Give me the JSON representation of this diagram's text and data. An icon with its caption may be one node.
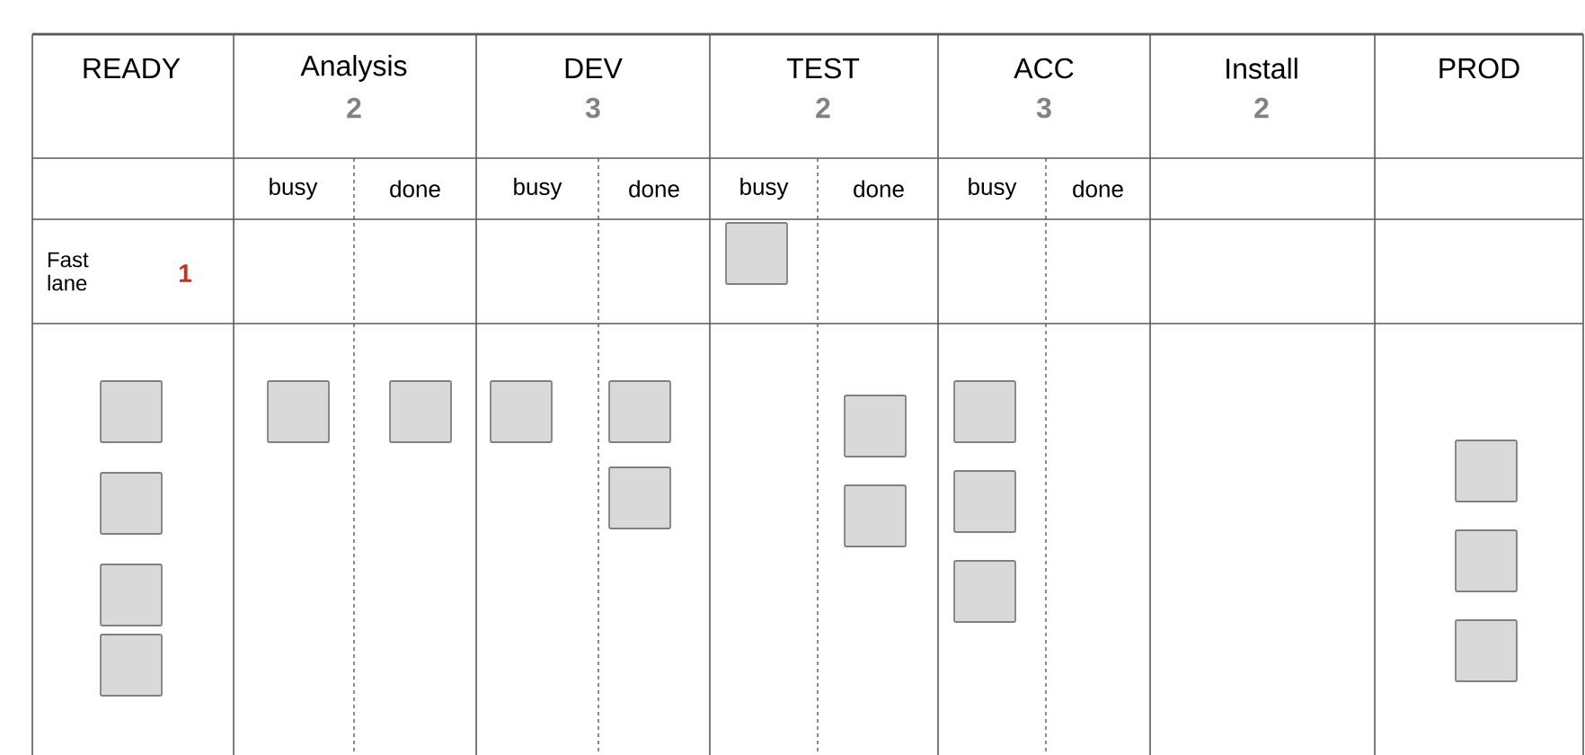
{
  "diagram": {
    "nodes": [
      {
        "text": [],
        "shape": "box"
      },
      {
        "text": [],
        "shape": "box"
      },
      {
        "text": [],
        "shape": "box"
      },
      {
        "text": [],
        "shape": "box"
      },
      {
        "text": [],
        "shape": "box"
      },
      {
        "text": [],
        "shape": "box"
      },
      {
        "text": [],
        "shape": "box"
      },
      {
        "text": [],
        "shape": "box"
      },
      {
        "text": [],
        "shape": "box"
      },
      {
        "text": [],
        "shape": "box"
      },
      {
        "text": [],
        "shape": "box"
      },
      {
        "text": [],
        "shape": "box"
      },
      {
        "text": [],
        "shape": "box"
      },
      {
        "text": [],
        "shape": "box"
      },
      {
        "text": [],
        "shape": "box"
      },
      {
        "text": [],
        "shape": "box"
      },
      {
        "text": [],
        "shape": "box"
      },
      {
        "text": [],
        "shape": "box"
      }
    ],
    "labels": [
      "READY",
      "Analysis",
      "2",
      "DEV",
      "3",
      "TEST",
      "2",
      "ACC",
      "3",
      "Install",
      "2",
      "PROD",
      "busy",
      "done",
      "busy",
      "done",
      "busy",
      "done",
      "busy",
      "done",
      "Fast lane",
      "1"
    ]
  }
}
